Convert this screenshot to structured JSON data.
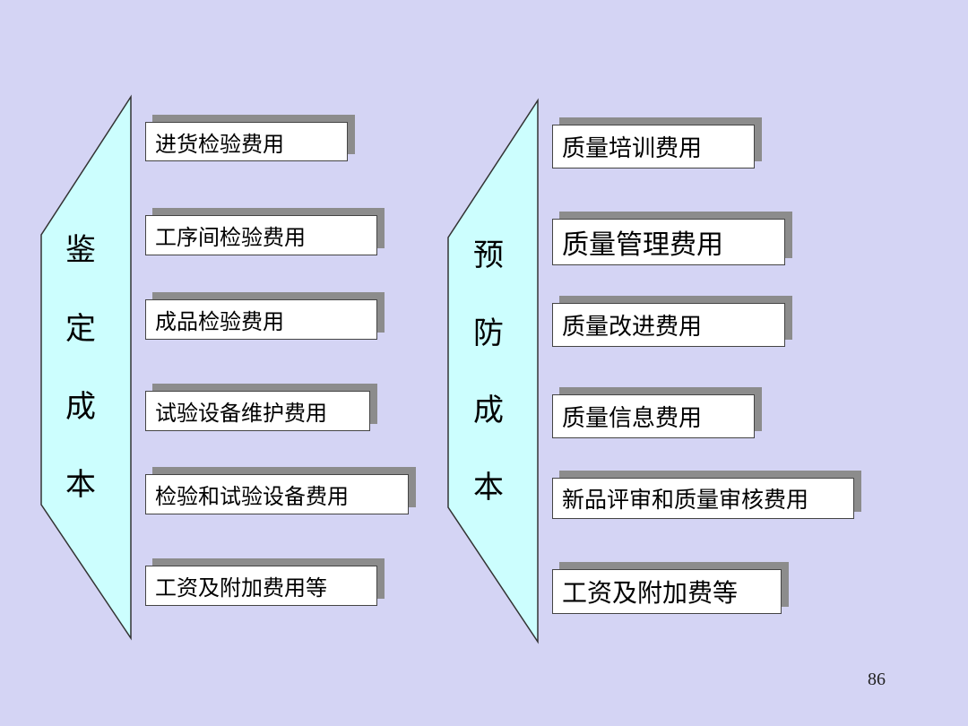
{
  "diagram": {
    "colors": {
      "background": "#d4d4f4",
      "trapezoid": "#ccfefe",
      "box_fill": "#ffffff",
      "shadow": "#8c8c8c"
    },
    "left_group": {
      "title_chars": [
        "鉴",
        "定",
        "成",
        "本"
      ],
      "items": [
        "进货检验费用",
        "工序间检验费用",
        "成品检验费用",
        "试验设备维护费用",
        "检验和试验设备费用",
        "工资及附加费用等"
      ]
    },
    "right_group": {
      "title_chars": [
        "预",
        "防",
        "成",
        "本"
      ],
      "items": [
        "质量培训费用",
        "质量管理费用",
        "质量改进费用",
        "质量信息费用",
        "新品评审和质量审核费用",
        "工资及附加费等"
      ]
    }
  },
  "page_number": "86"
}
